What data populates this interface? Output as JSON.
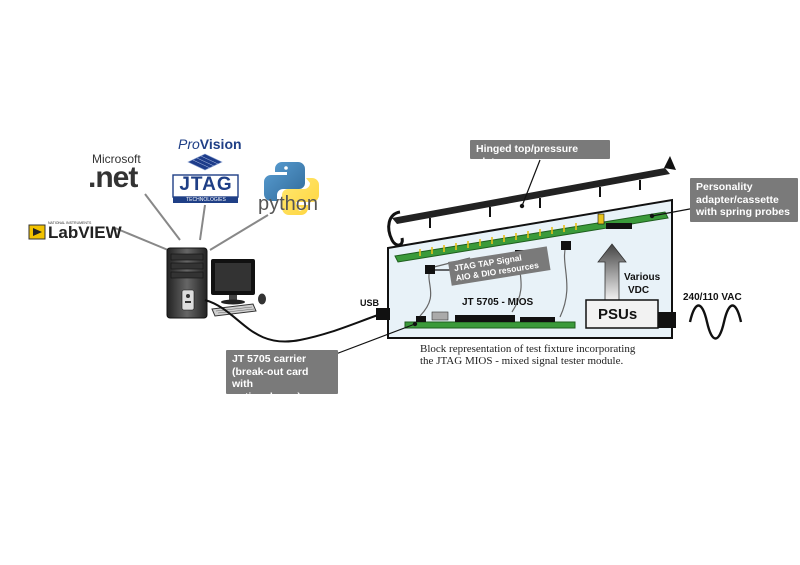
{
  "software": {
    "microsoft": "Microsoft",
    "net": ".net",
    "provision_pro": "Pro",
    "provision_vision": "Vision",
    "jtag_main": "JTAG",
    "jtag_sub": "TECHNOLOGIES",
    "python": "python",
    "labview_small": "NATIONAL INSTRUMENTS",
    "labview": "LabVIEW"
  },
  "callouts": {
    "plate": "Hinged top/pressure plate",
    "personality": [
      "Personality",
      "adapter/cassette",
      "with spring probes"
    ],
    "carrier": [
      "JT 5705 carrier",
      "(break-out card with",
      "optional mux)"
    ]
  },
  "fixture": {
    "tap_signal": "JTAG TAP Signal",
    "aio_dio": "AIO & DIO resources",
    "mios": "JT 5705 - MIOS",
    "various": "Various",
    "vdc": "VDC",
    "psus": "PSUs",
    "usb": "USB",
    "vac": "240/110 VAC"
  },
  "caption": [
    "Block representation of test fixture incorporating",
    "the JTAG MIOS -  mixed signal tester module."
  ],
  "colors": {
    "callout_bg": "#7a7a7a",
    "board_green": "#3a9a3a",
    "fixture_fill": "#e8f2f8",
    "probe_yellow": "#e8c21a",
    "python_blue": "#3672a4",
    "python_yellow": "#ffd43b",
    "jtag_blue": "#1f3f86"
  }
}
